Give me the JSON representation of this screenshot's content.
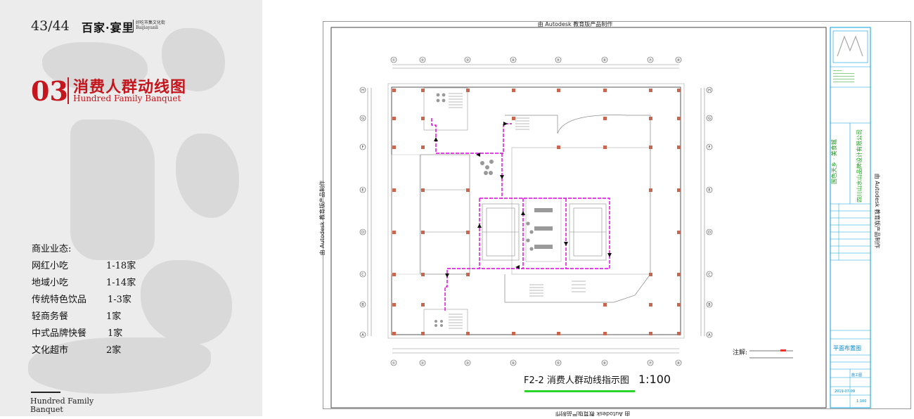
{
  "header": {
    "page_number": "43/44",
    "brand_name": "百家·宴里",
    "brand_slogan": "好吃市集文化街",
    "brand_pinyin": "Baijiayanli"
  },
  "section": {
    "number": "03",
    "title": "消费人群动线图",
    "subtitle": "Hundred Family Banquet"
  },
  "business": {
    "heading": "商业业态:",
    "items": [
      {
        "name": "网红小吃",
        "count": "1-18家"
      },
      {
        "name": "地域小吃",
        "count": "1-14家"
      },
      {
        "name": "传统特色饮品",
        "count": "1-3家"
      },
      {
        "name": "轻商务餐",
        "count": "1家"
      },
      {
        "name": "中式品牌快餐",
        "count": "1家"
      },
      {
        "name": "文化超市",
        "count": "2家"
      }
    ]
  },
  "footer": {
    "line1": "Hundred Family",
    "line2": "Banquet"
  },
  "drawing": {
    "watermark": "由 Autodesk 教育版产品制作",
    "plan_title": "F2-2 消费人群动线指示图",
    "scale": "1:100",
    "note_label": "注解:",
    "title_block": {
      "project": "国色天乡 · 美食城",
      "company": "四川山水山品牌设计有限公司",
      "drawing_name": "平面布置图",
      "phase": "施工图",
      "date": "2019-07-09",
      "scale": "1:100"
    },
    "grid_columns": [
      "①",
      "②",
      "③",
      "④",
      "⑤",
      "⑥",
      "⑦",
      "⑧"
    ],
    "grid_rows": [
      "A",
      "B",
      "C",
      "D",
      "E",
      "F",
      "G",
      "H"
    ],
    "colors": {
      "route": "#e000e0",
      "column": "#c9664d",
      "underline": "#2bd62b",
      "titleblock": "#00a0e0"
    }
  }
}
